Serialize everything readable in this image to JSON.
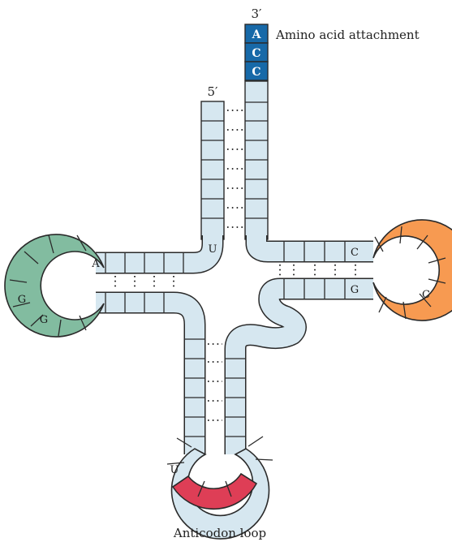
{
  "labels": {
    "three_prime": "3′",
    "five_prime": "5′",
    "amino_acid": "Amino acid attachment",
    "anticodon": "Anticodon loop"
  },
  "acceptor_end": [
    "A",
    "C",
    "C"
  ],
  "bases": {
    "d_arm_a": "A",
    "d_loop_g1": "G",
    "d_loop_g2": "G",
    "junction_u": "U",
    "tpsi_c_top": "C",
    "tpsi_g_bottom": "G",
    "tpsi_loop_c": "C",
    "anticodon_u": "U"
  },
  "colors": {
    "stem": "#d6e7f0",
    "acceptor": "#1769a8",
    "d_loop": "#82bca0",
    "tpsi_loop": "#f79a51",
    "anticodon": "#de3e56",
    "outline": "#2a2a2a"
  }
}
